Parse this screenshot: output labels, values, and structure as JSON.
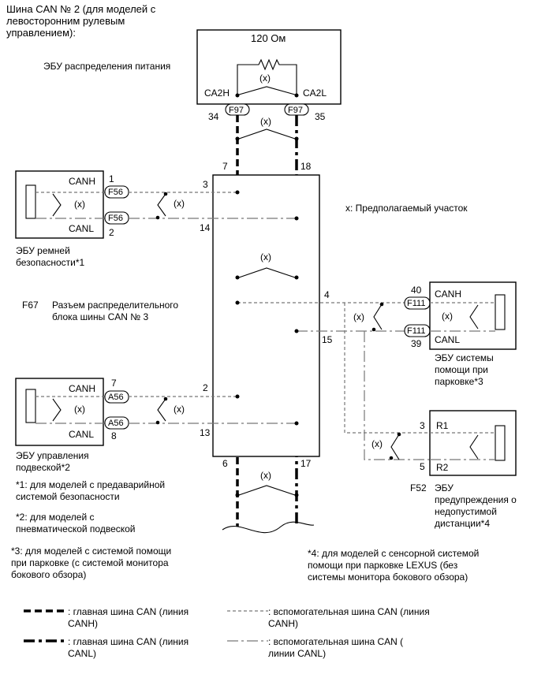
{
  "header": {
    "title": "Шина CAN № 2 (для моделей с\nлевосторонним рулевым\nуправлением):"
  },
  "resistor": {
    "value_label": "120 Ом",
    "ecu_label": "ЭБУ распределения питания",
    "pin_h": "CA2H",
    "pin_l": "CA2L",
    "connector": "F97",
    "pin_num_h": "34",
    "pin_num_l": "35"
  },
  "suspected": "(x)",
  "legend_x": "x: Предполагаемый участок",
  "junction": {
    "id": "F67",
    "label": "Разъем распределительного\nблока шины CAN № 3",
    "pins": {
      "top_h": "7",
      "top_l": "18",
      "bottom_h": "6",
      "bottom_l": "17",
      "belt_h": "3",
      "belt_l": "14",
      "susp_h": "2",
      "susp_l": "13",
      "park_h": "4",
      "park_l": "15"
    }
  },
  "ecu_belt": {
    "name": "ЭБУ ремней\nбезопасности*1",
    "canh": "CANH",
    "canl": "CANL",
    "connector": "F56",
    "pin_h": "1",
    "pin_l": "2"
  },
  "ecu_suspension": {
    "name": "ЭБУ управления\nподвеской*2",
    "canh": "CANH",
    "canl": "CANL",
    "connector": "A56",
    "pin_h": "7",
    "pin_l": "8"
  },
  "ecu_parking": {
    "name": "ЭБУ системы\nпомощи при\nпарковке*3",
    "canh": "CANH",
    "canl": "CANL",
    "connector": "F111",
    "pin_h": "40",
    "pin_l": "39"
  },
  "ecu_distance": {
    "id": "F52",
    "name": "ЭБУ\nпредупреждения о\nнедопустимой\nдистанции*4",
    "r1": "R1",
    "r2": "R2",
    "pin_h": "3",
    "pin_l": "5"
  },
  "notes": {
    "n1": "*1: для моделей с предаварийной\nсистемой безопасности",
    "n2": "*2: для моделей с\nпневматической подвеской",
    "n3": "*3: для моделей с системой помощи\nпри парковке (с системой монитора\nбокового обзора)",
    "n4": "*4: для моделей с сенсорной системой\nпомощи при парковке LEXUS (без\nсистемы монитора бокового обзора)"
  },
  "legend": {
    "main_h": ": главная шина CAN (линия\nCANH)",
    "main_l": ": главная шина CAN (линия\nCANL)",
    "sub_h": ": вспомогательная шина CAN (линия\nCANH)",
    "sub_l": ": вспомогательная шина CAN (\nлинии CANL)"
  }
}
